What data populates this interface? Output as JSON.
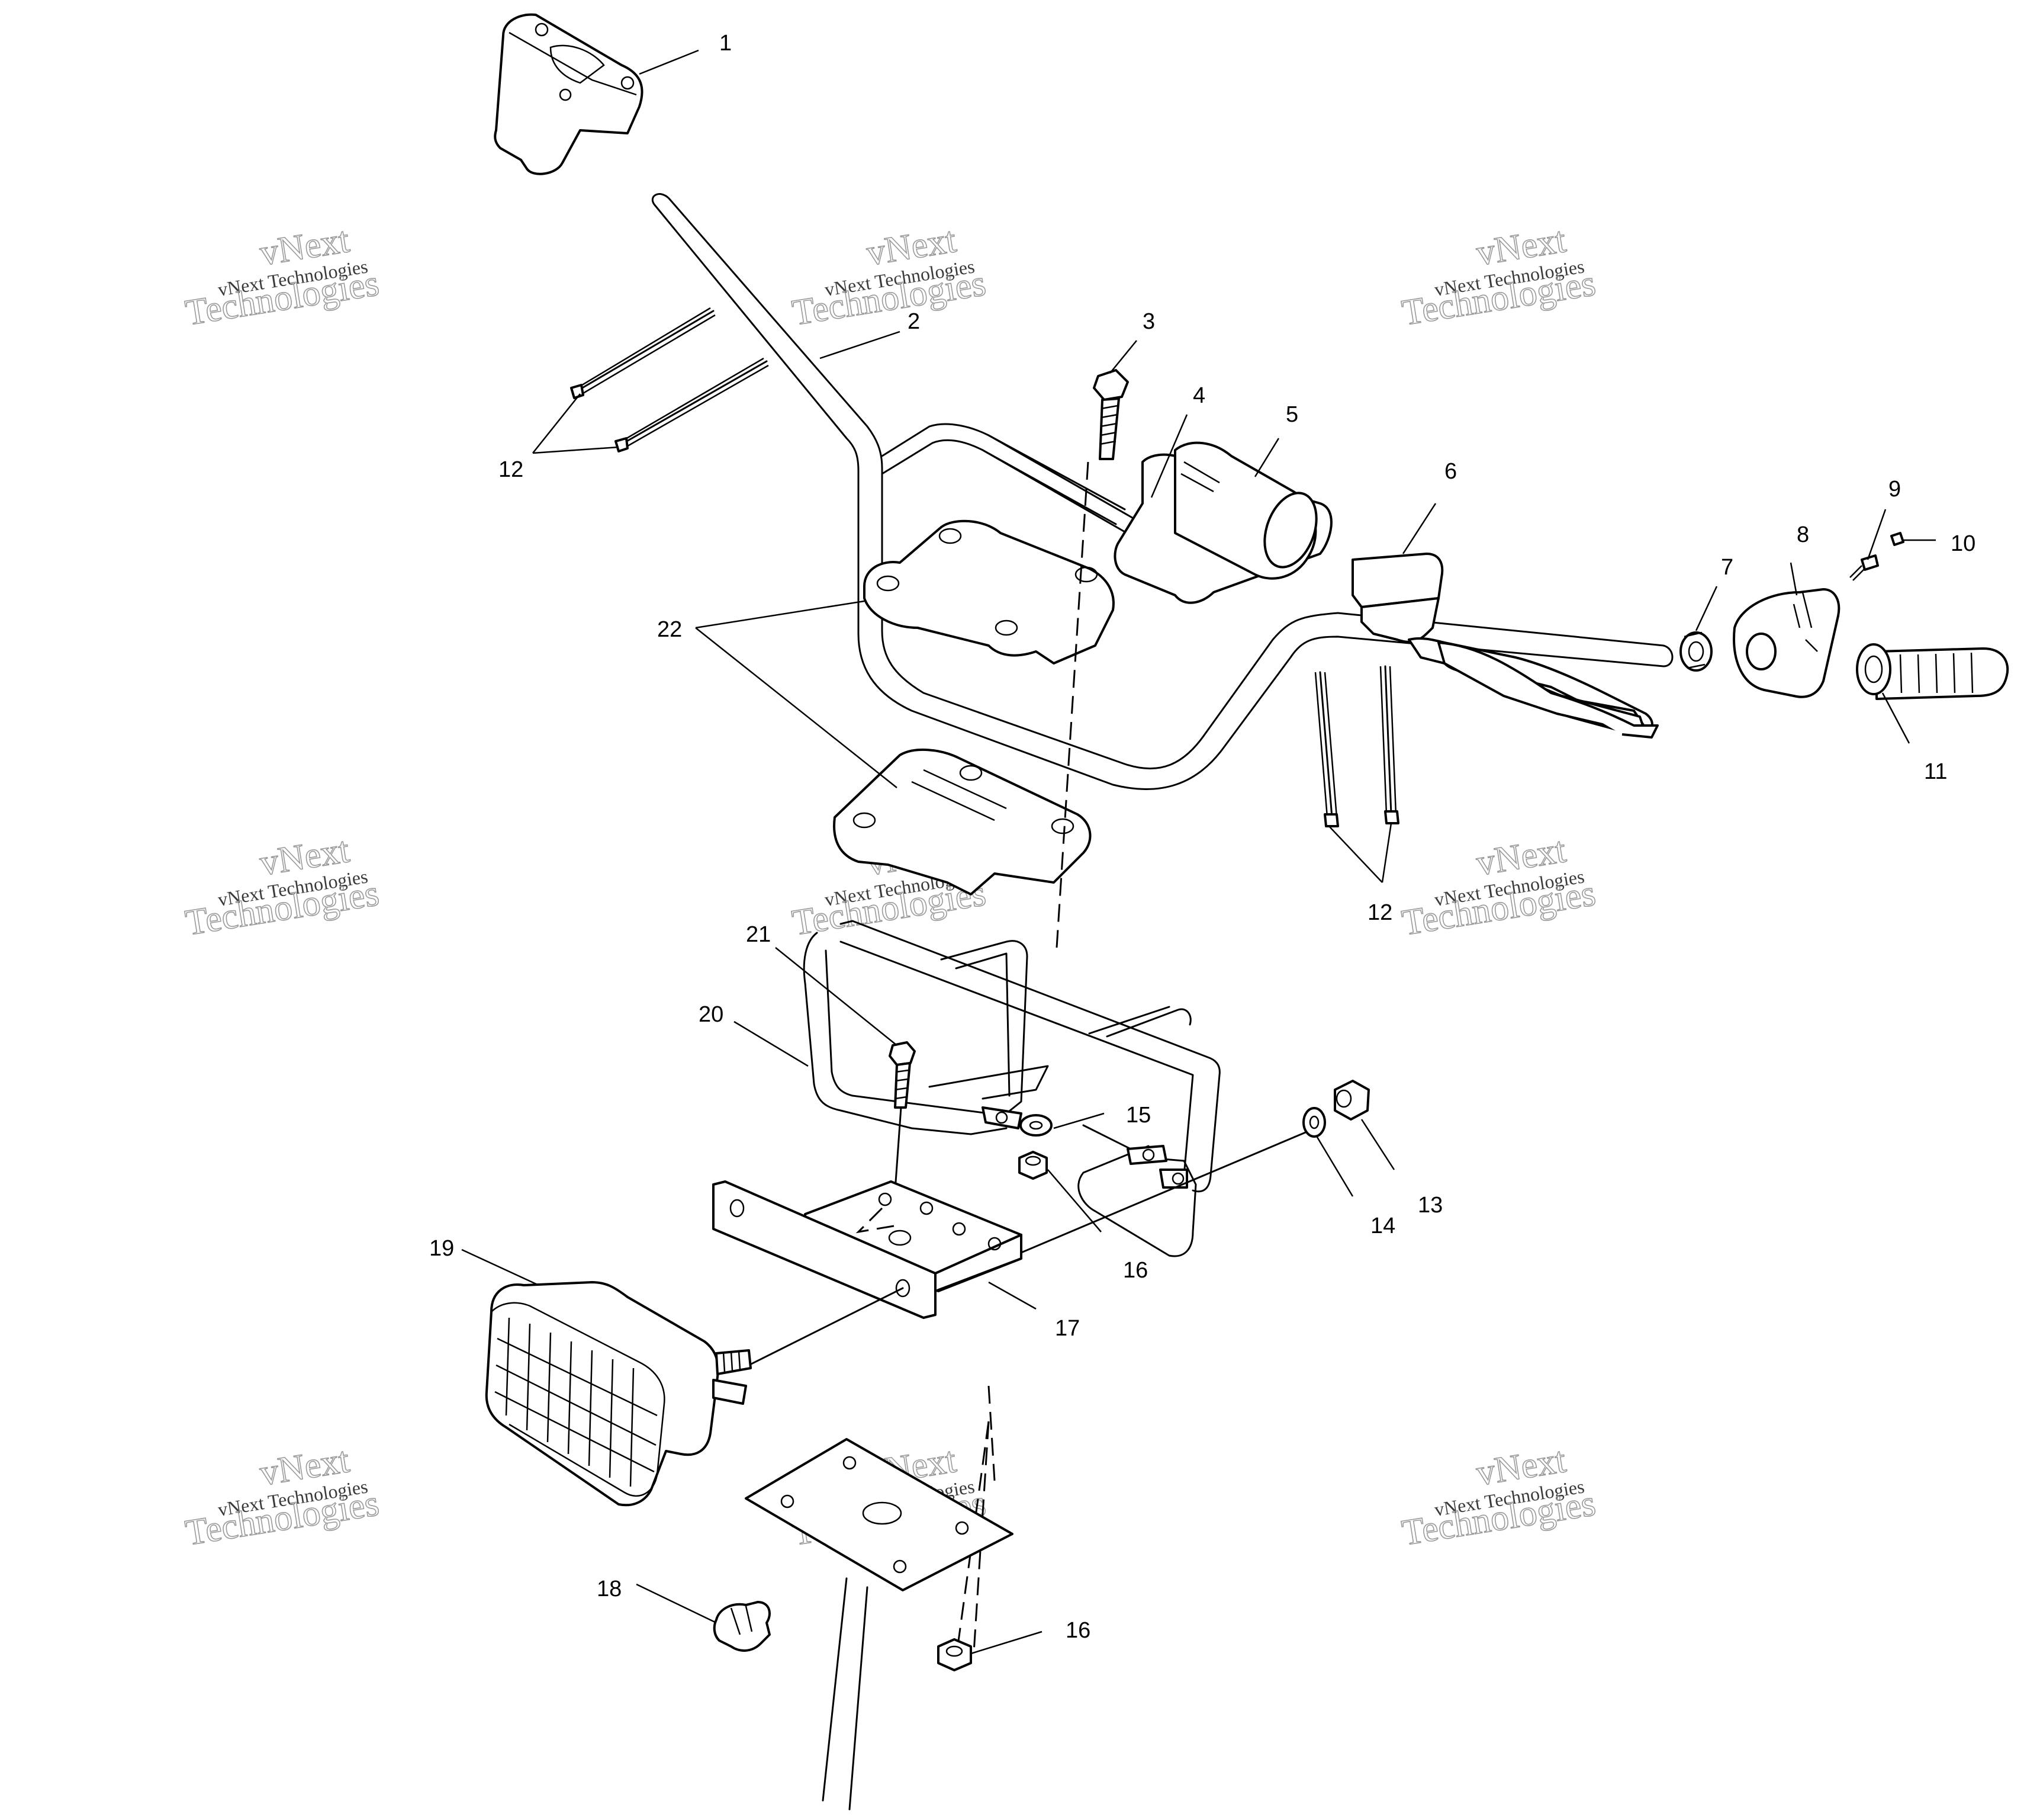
{
  "callouts": [
    {
      "id": "c1",
      "label": "1"
    },
    {
      "id": "c2",
      "label": "2"
    },
    {
      "id": "c3",
      "label": "3"
    },
    {
      "id": "c4",
      "label": "4"
    },
    {
      "id": "c5",
      "label": "5"
    },
    {
      "id": "c6",
      "label": "6"
    },
    {
      "id": "c7",
      "label": "7"
    },
    {
      "id": "c8",
      "label": "8"
    },
    {
      "id": "c9",
      "label": "9"
    },
    {
      "id": "c10",
      "label": "10"
    },
    {
      "id": "c11",
      "label": "11"
    },
    {
      "id": "c12a",
      "label": "12"
    },
    {
      "id": "c12b",
      "label": "12"
    },
    {
      "id": "c13",
      "label": "13"
    },
    {
      "id": "c14",
      "label": "14"
    },
    {
      "id": "c15",
      "label": "15"
    },
    {
      "id": "c16a",
      "label": "16"
    },
    {
      "id": "c16b",
      "label": "16"
    },
    {
      "id": "c17",
      "label": "17"
    },
    {
      "id": "c18",
      "label": "18"
    },
    {
      "id": "c19",
      "label": "19"
    },
    {
      "id": "c20",
      "label": "20"
    },
    {
      "id": "c21",
      "label": "21"
    },
    {
      "id": "c22",
      "label": "22"
    }
  ],
  "watermark": {
    "line1": "vNext Technologies",
    "line2": "vNext",
    "line3": "Technologies"
  }
}
